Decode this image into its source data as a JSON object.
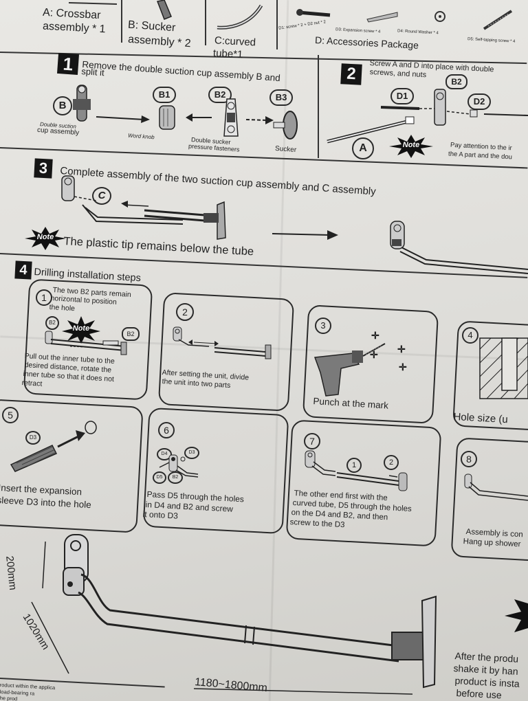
{
  "top_row": {
    "a_label": "A: Crossbar",
    "a_label2": "assembly * 1",
    "b_label": "B: Sucker",
    "b_label2": "assembly * 2",
    "c_label": "C:curved",
    "c_label2": "tube*1",
    "d_label": "D: Accessories Package",
    "d1_text": "D1: screw * 2 + D2 nut * 2",
    "d3_text": "D3: Expansion screw * 4",
    "d4_text": "D4: Round Washer * 4",
    "d5_text": "D5: Self-tapping screw * 4"
  },
  "step1": {
    "number": "1",
    "title": "Remove the double suction cup assembly B and",
    "title2": "split it",
    "b": "B",
    "b1": "B1",
    "b2": "B2",
    "b3": "B3",
    "cap_b": "Double suction",
    "cap_b2": "cup assembly",
    "cap_b1": "Word knob",
    "cap_b2b": "Double sucker",
    "cap_b2c": "pressure fasteners",
    "cap_b3": "Sucker"
  },
  "step2": {
    "number": "2",
    "title": "Screw A and D into place with double",
    "title2": "screws, and nuts",
    "b2": "B2",
    "d1": "D1",
    "d2": "D2",
    "a": "A",
    "note": "Note",
    "pay": "Pay attention to the ir",
    "pay2": "the A part and the dou"
  },
  "step3": {
    "number": "3",
    "title": "Complete assembly of the two suction cup assembly and C assembly",
    "c": "C",
    "note": "Note",
    "tip": "The plastic tip remains below the tube"
  },
  "step4": {
    "number": "4",
    "title": "Drilling installation steps",
    "s1_num": "1",
    "s1_text1": "The two B2 parts remain",
    "s1_text2": "horizontal to position",
    "s1_text3": "the hole",
    "s1_b2a": "B2",
    "s1_b2b": "B2",
    "s1_note": "Note",
    "s1_bottom1": "Pull out the inner tube to the",
    "s1_bottom2": "desired distance, rotate the",
    "s1_bottom3": "inner tube so that it does not",
    "s1_bottom4": "retract",
    "s2_num": "2",
    "s2_text1": "After setting the unit, divide",
    "s2_text2": "the unit into two parts",
    "s3_num": "3",
    "s3_text": "Punch at the mark",
    "s4_num": "4",
    "s4_text": "Hole size (u",
    "s5_num": "5",
    "s5_d3": "D3",
    "s5_text1": "Insert the expansion",
    "s5_text2": "sleeve D3 into the hole",
    "s6_num": "6",
    "s6_d4": "D4",
    "s6_d3": "D3",
    "s6_d5": "D5",
    "s6_b2": "B2",
    "s6_text1": "Pass D5 through the holes",
    "s6_text2": "in D4 and B2 and screw",
    "s6_text3": "it onto D3",
    "s7_num": "7",
    "s7_c1": "1",
    "s7_c2": "2",
    "s7_text1": "The other end first with the",
    "s7_text2": "curved tube, D5 through the holes",
    "s7_text3": "on the D4 and B2, and then",
    "s7_text4": "screw to the D3",
    "s8_num": "8",
    "s8_text1": "Assembly is con",
    "s8_text2": "Hang up shower"
  },
  "bottom": {
    "dim_200": "200mm",
    "dim_1020": "1020mm",
    "dim_range": "1180~1800mm",
    "after1": "After the produ",
    "after2": "shake it by han",
    "after3": "product is insta",
    "after4": "before use",
    "fine1": "roduct within the applica",
    "fine2": "load-bearing ra",
    "fine3": "he prod"
  }
}
